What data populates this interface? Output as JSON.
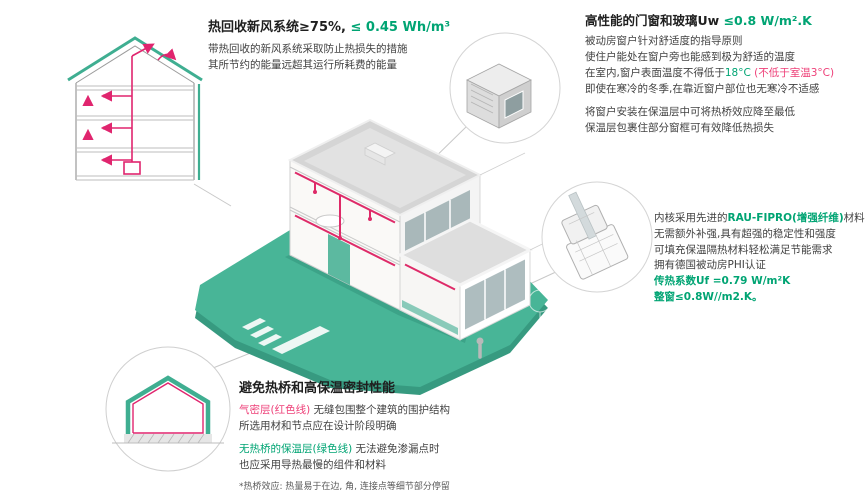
{
  "colors": {
    "accent_green": "#00a473",
    "illustration_teal": "#3fae91",
    "duct_magenta": "#e0256e",
    "terrain_teal": "#48b597"
  },
  "ventilation": {
    "title_black": "热回收新风系统≥75%,",
    "title_green": " ≤ 0.45 Wh/m³",
    "body": [
      "带热回收的新风系统采取防止热损失的措施",
      "其所节约的能量远超其运行所耗费的能量"
    ]
  },
  "windows": {
    "title_black": "高性能的门窗和玻璃Uw ",
    "title_green": "≤0.8 W/m².K",
    "p1": [
      "被动房窗户针对舒适度的指导原则",
      "使住户能处在窗户旁也能感到极为舒适的温度"
    ],
    "temp_line": {
      "black": "在室内,窗户表面温度不得低于",
      "green": "18°C",
      "red": " (不低于室温3°C)"
    },
    "p2": "即使在寒冷的冬季,在靠近窗户部位也无寒冷不适感",
    "p3": [
      "将窗户安装在保温层中可将热桥效应降至最低",
      "保温层包裹住部分窗框可有效降低热损失"
    ]
  },
  "profile": {
    "l1_black_a": "内核采用先进的",
    "l1_green": "RAU-FIPRO(增强纤维)",
    "l1_black_b": "材料",
    "body": [
      "无需额外补强,具有超强的稳定性和强度",
      "可填充保温隔热材料轻松满足节能需求",
      "拥有德国被动房PHI认证"
    ],
    "green_lines": [
      "传热系数Uf =0.79 W/m²K",
      "整窗≤0.8W//m2.K。"
    ]
  },
  "thermal": {
    "title": "避免热桥和高保温密封性能",
    "airtight_label": "气密层(红色线)",
    "airtight_rest": " 无缝包围整个建筑的围护结构",
    "line2": "所选用材和节点应在设计阶段明确",
    "insul_label": "无热桥的保温层(绿色线)",
    "insul_rest": " 无法避免渗漏点时",
    "line4": "也应采用导热最慢的组件和材料",
    "footnote": "*热桥效应: 热量易于在边, 角, 连接点等细节部分停留"
  }
}
